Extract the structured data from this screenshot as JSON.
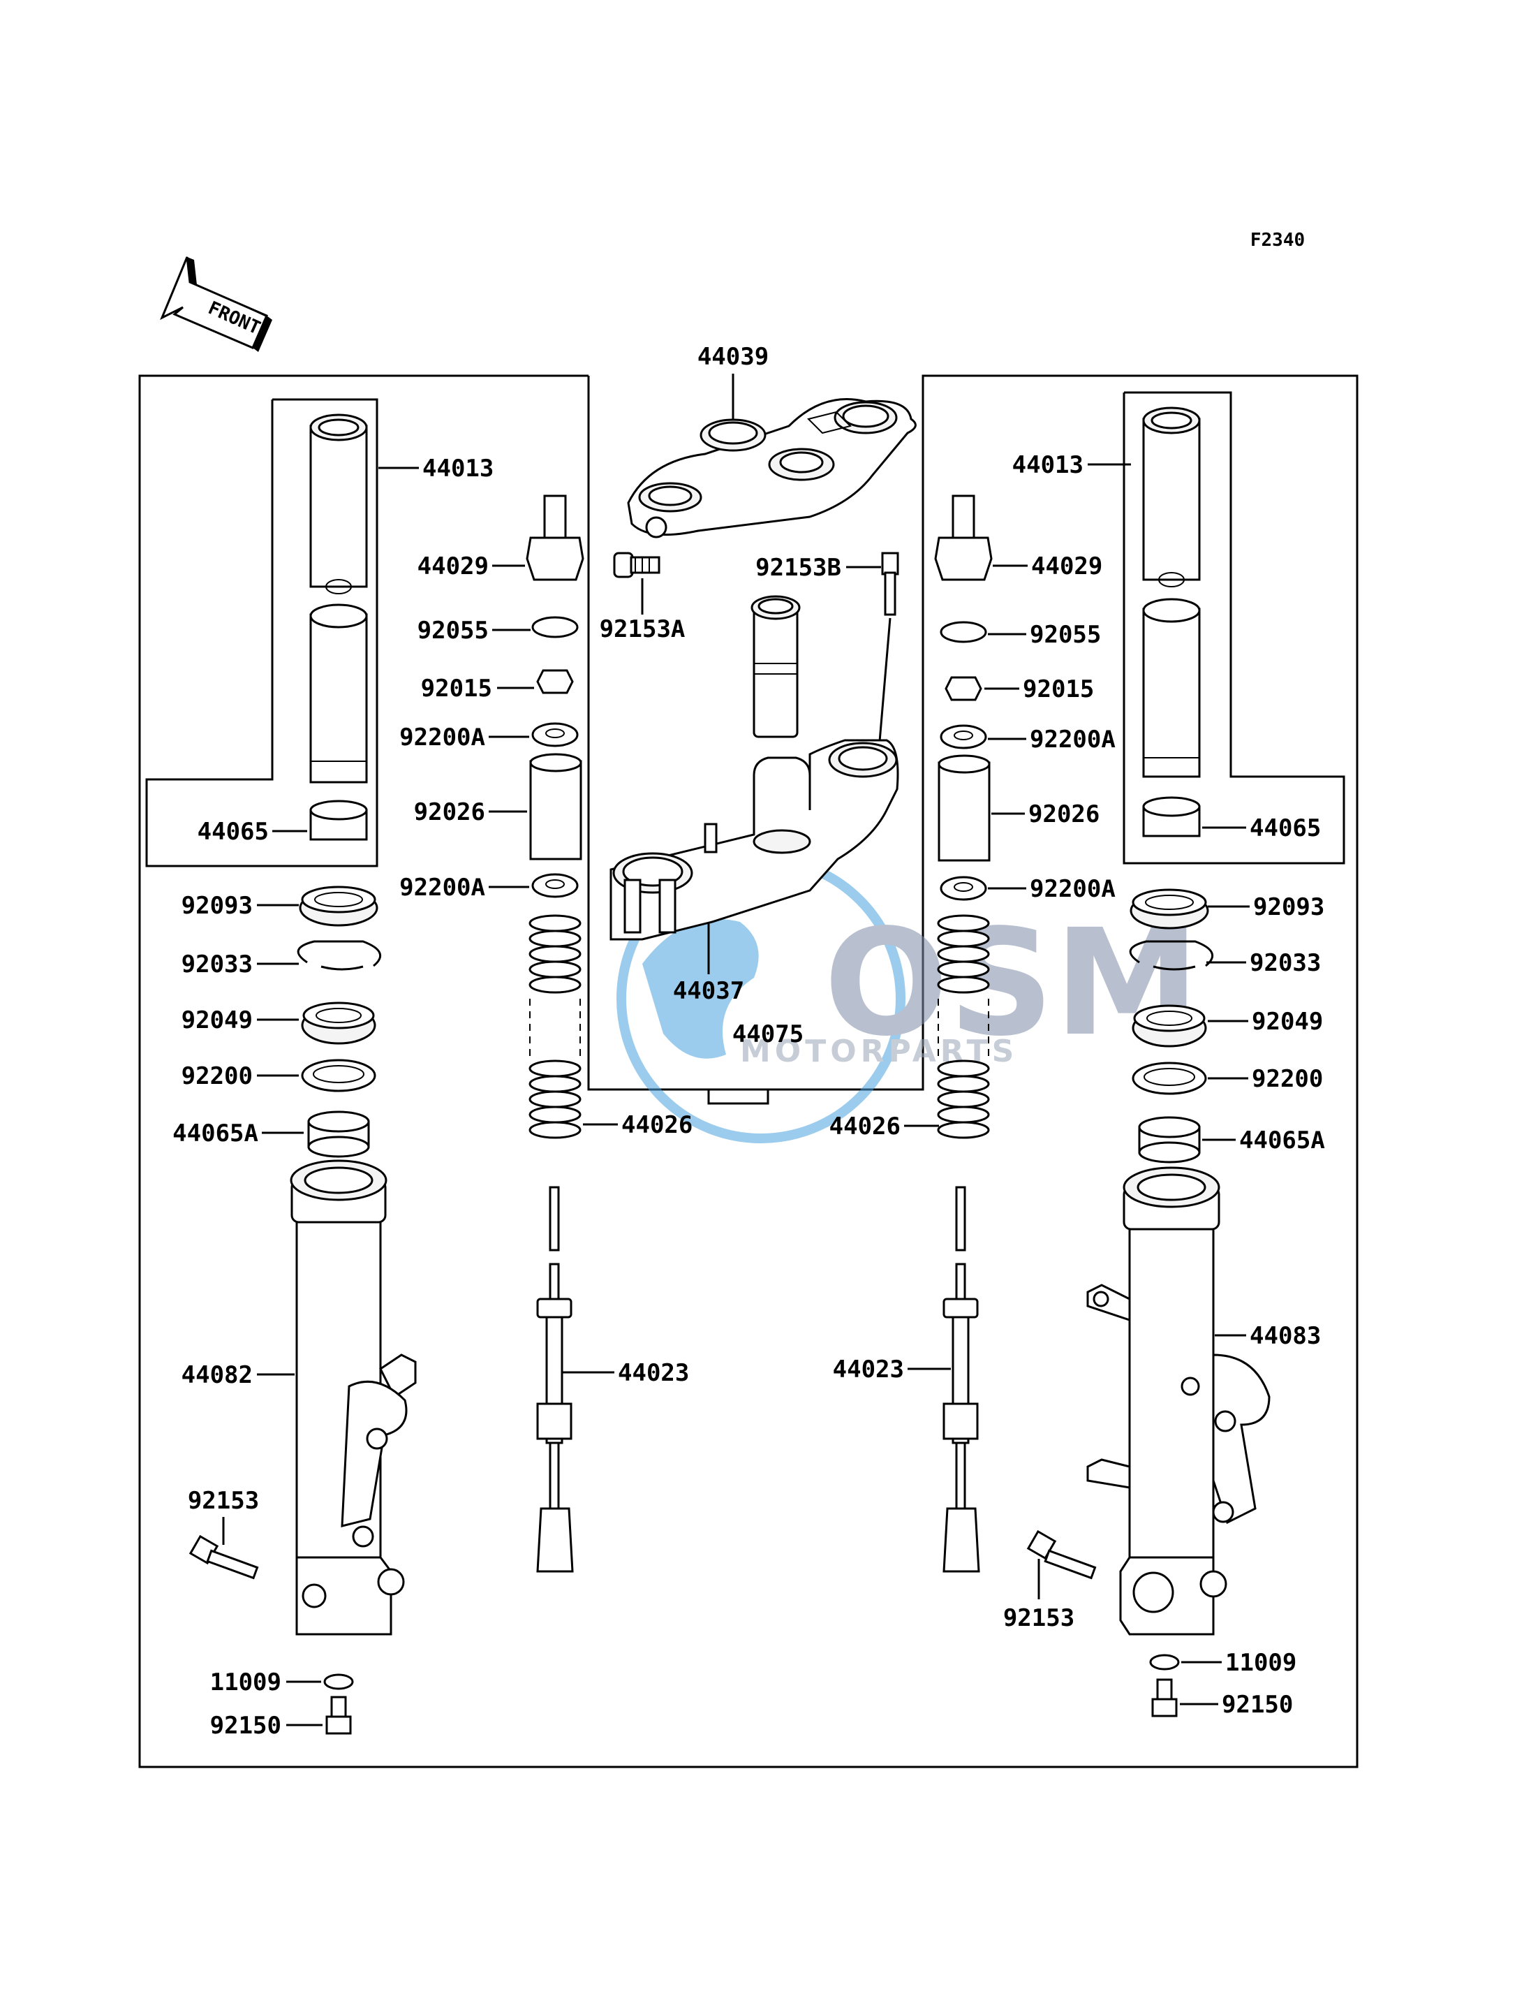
{
  "figure_code": "F2340",
  "front_label": "FRONT",
  "watermark": {
    "brand": "OSM",
    "sub": "MOTORPARTS",
    "color": "#7f8ea8",
    "globe_color": "#4aa3df"
  },
  "labels": {
    "top_clamp": "44039",
    "bolt_a": "92153A",
    "bolt_b": "92153B",
    "stem_bracket": "44037",
    "stem_assy": "44075",
    "left_inner_tube": "44013",
    "left_lower_bush": "44065",
    "left_cap": "44029",
    "left_oring": "92055",
    "left_nut": "92015",
    "left_washer_top": "92200A",
    "left_spacer": "92026",
    "left_washer_bot": "92200A",
    "left_dust_seal": "92093",
    "left_clip": "92033",
    "left_oil_seal": "92049",
    "left_washer": "92200",
    "left_guide_bush": "44065A",
    "left_spring": "44026",
    "left_damper": "44023",
    "left_outer_tube": "44082",
    "left_axle_bolt": "92153",
    "left_gasket": "11009",
    "left_drain_bolt": "92150",
    "right_inner_tube": "44013",
    "right_lower_bush": "44065",
    "right_cap": "44029",
    "right_oring": "92055",
    "right_nut": "92015",
    "right_washer_top": "92200A",
    "right_spacer": "92026",
    "right_washer_bot": "92200A",
    "right_dust_seal": "92093",
    "right_clip": "92033",
    "right_oil_seal": "92049",
    "right_washer": "92200",
    "right_guide_bush": "44065A",
    "right_spring": "44026",
    "right_damper": "44023",
    "right_outer_tube": "44083",
    "right_axle_bolt": "92153",
    "right_gasket": "11009",
    "right_drain_bolt": "92150"
  }
}
